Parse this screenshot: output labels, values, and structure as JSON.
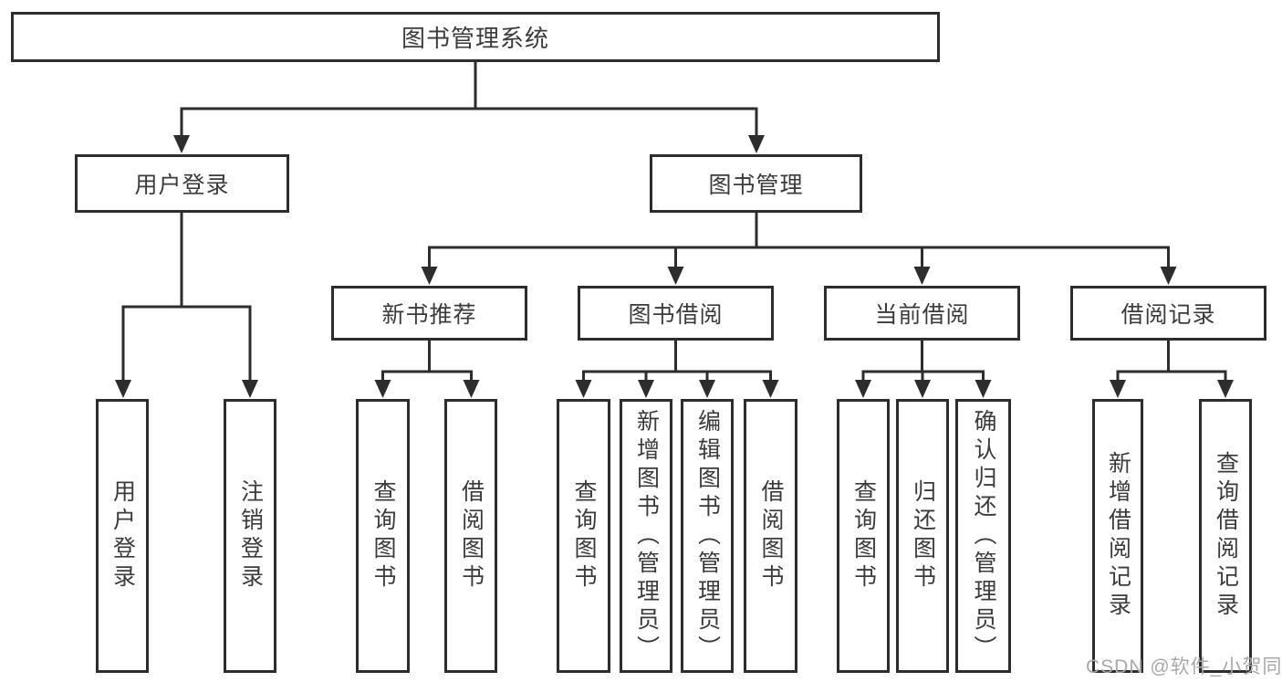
{
  "tree": {
    "root": {
      "label": "图书管理系统"
    },
    "children": [
      {
        "label": "用户登录",
        "children": [
          {
            "label": "用户登录"
          },
          {
            "label": "注销登录"
          }
        ]
      },
      {
        "label": "图书管理",
        "children": [
          {
            "label": "新书推荐",
            "children": [
              {
                "label": "查询图书"
              },
              {
                "label": "借阅图书"
              }
            ]
          },
          {
            "label": "图书借阅",
            "children": [
              {
                "label": "查询图书"
              },
              {
                "label": "新增图书（管理员）"
              },
              {
                "label": "编辑图书（管理员）"
              },
              {
                "label": "借阅图书"
              }
            ]
          },
          {
            "label": "当前借阅",
            "children": [
              {
                "label": "查询图书"
              },
              {
                "label": "归还图书"
              },
              {
                "label": "确认归还（管理员）"
              }
            ]
          },
          {
            "label": "借阅记录",
            "children": [
              {
                "label": "新增借阅记录"
              },
              {
                "label": "查询借阅记录"
              }
            ]
          }
        ]
      }
    ]
  },
  "watermark": {
    "text": "CSDN @软件_小贺同学"
  },
  "colors": {
    "line": "#2d2d2d",
    "text": "#3b3b3b",
    "background": "#ffffff",
    "watermark": "#a9a9a9"
  }
}
